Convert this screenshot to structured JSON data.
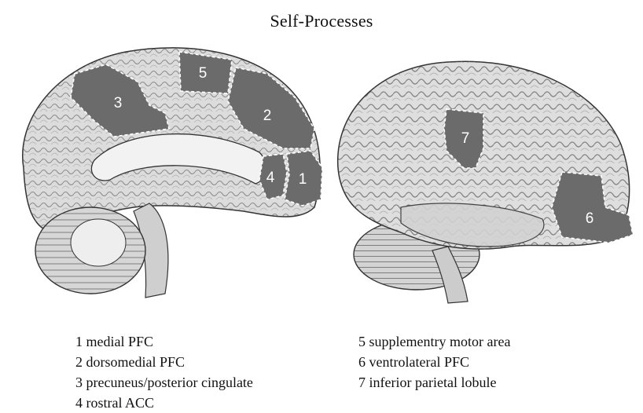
{
  "title": "Self-Processes",
  "regions": {
    "r1": "1",
    "r2": "2",
    "r3": "3",
    "r4": "4",
    "r5": "5",
    "r6": "6",
    "r7": "7"
  },
  "legend": {
    "left": [
      "1 medial PFC",
      "2 dorsomedial PFC",
      "3 precuneus/posterior cingulate",
      "4 rostral ACC"
    ],
    "right": [
      "5 supplementry motor area",
      "6 ventrolateral PFC",
      "7 inferior parietal lobule"
    ]
  },
  "colors": {
    "region_fill": "#6b6b6b",
    "region_border": "#ffffff",
    "brain_light": "#e6e6e6",
    "brain_dark": "#5a5a5a"
  }
}
